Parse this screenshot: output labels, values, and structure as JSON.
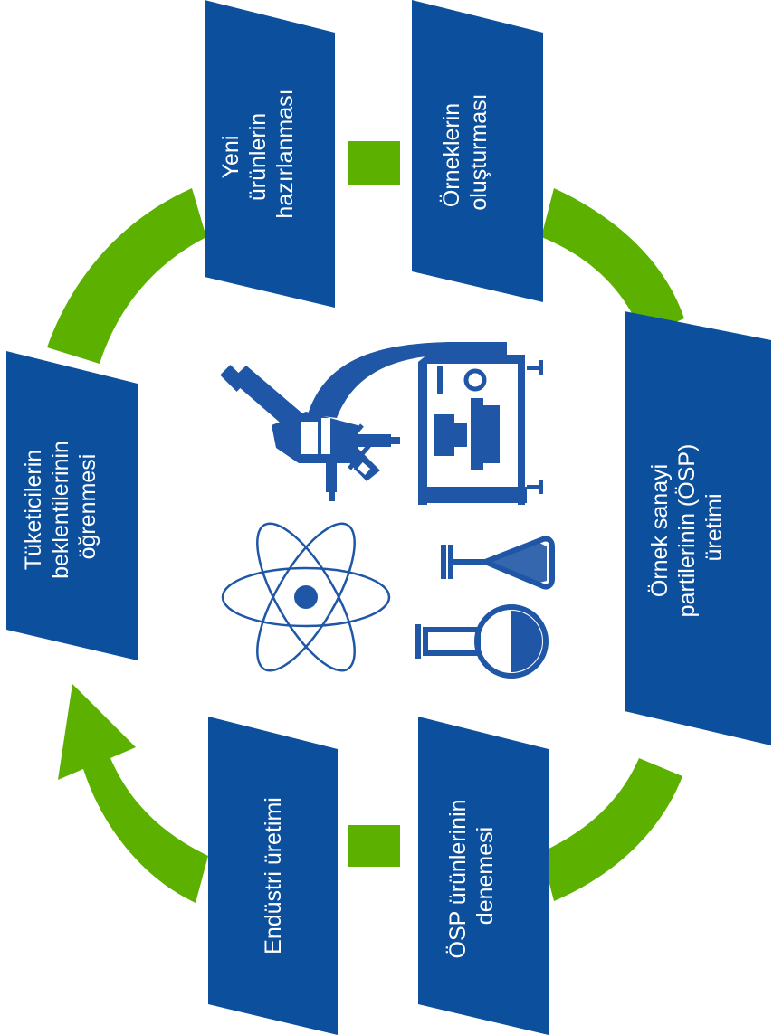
{
  "diagram": {
    "type": "cycle",
    "colors": {
      "card": "#0b4f9d",
      "arrow": "#5bb000",
      "icon": "#1f56a6",
      "text": "#ffffff"
    },
    "steps": [
      {
        "lines": [
          "Tüketicilerin",
          "beklentilerinin",
          "öğrenmesi"
        ]
      },
      {
        "lines": [
          "Yeni",
          "ürünlerin",
          "hazırlanması"
        ]
      },
      {
        "lines": [
          "Örneklerin",
          "oluşturması"
        ]
      },
      {
        "lines": [
          "Örnek sanayi",
          "partilerinin (ÖSP)",
          "üretimi"
        ]
      },
      {
        "lines": [
          "ÖSP ürünlerinin",
          "denemesi"
        ]
      },
      {
        "lines": [
          "Endüstri üretimi"
        ]
      }
    ],
    "center_icons": [
      "microscope-icon",
      "atom-icon",
      "conical-flask-icon",
      "round-flask-icon"
    ]
  }
}
